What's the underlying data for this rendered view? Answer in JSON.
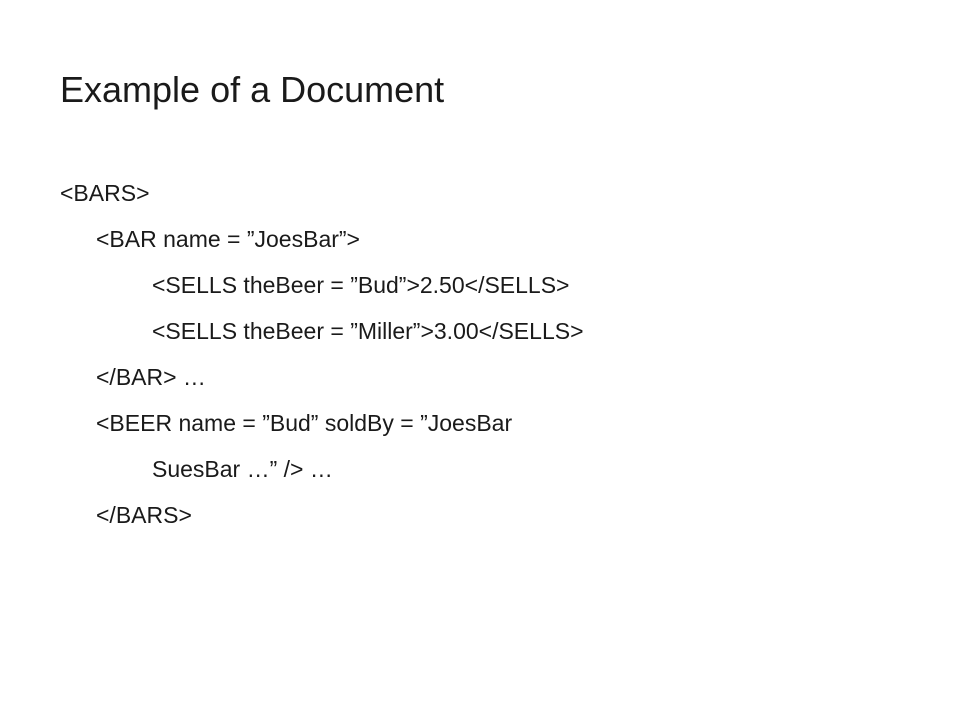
{
  "slide": {
    "title": "Example of a Document",
    "lines": [
      {
        "text": "<BARS>"
      },
      {
        "text": "<BAR name = ”JoesBar”>"
      },
      {
        "text": "<SELLS theBeer = ”Bud”>2.50</SELLS>"
      },
      {
        "text": "<SELLS theBeer = ”Miller”>3.00</SELLS>"
      },
      {
        "text": "</BAR> …"
      },
      {
        "text": "<BEER name = ”Bud” soldBy = ”JoesBar"
      },
      {
        "text": "SuesBar …” /> …"
      },
      {
        "text": "</BARS>"
      }
    ]
  }
}
